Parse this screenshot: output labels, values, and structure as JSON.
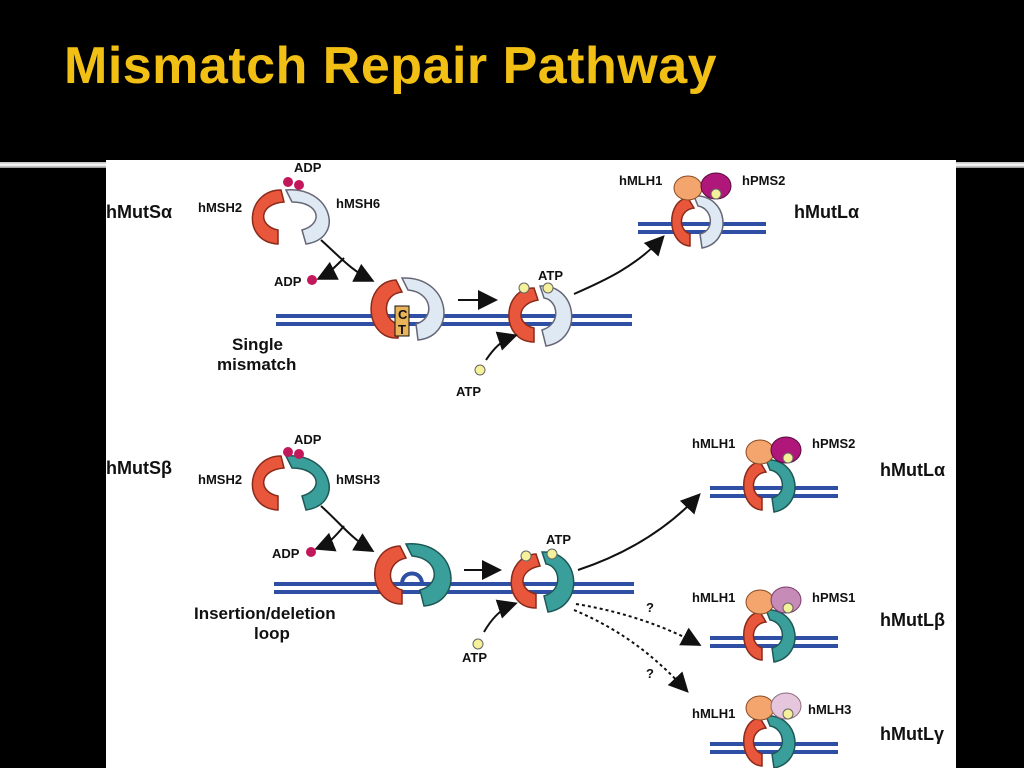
{
  "slide": {
    "title": "Mismatch Repair Pathway"
  },
  "diagram": {
    "top": {
      "complex": "hMutSα",
      "left_protein": "hMSH2",
      "right_protein": "hMSH6",
      "adp_label": "ADP",
      "adp_released": "ADP",
      "atp_bound": "ATP",
      "atp_input": "ATP",
      "lesion_label_line1": "Single",
      "lesion_label_line2": "mismatch",
      "base_c": "C",
      "base_t": "T",
      "product": {
        "left": "hMLH1",
        "right": "hPMS2",
        "complex": "hMutLα"
      }
    },
    "bottom": {
      "complex": "hMutSβ",
      "left_protein": "hMSH2",
      "right_protein": "hMSH3",
      "adp_label": "ADP",
      "adp_released": "ADP",
      "atp_bound": "ATP",
      "atp_input": "ATP",
      "lesion_label_line1": "Insertion/deletion",
      "lesion_label_line2": "loop",
      "uncertain_1": "?",
      "uncertain_2": "?",
      "products": [
        {
          "left": "hMLH1",
          "right": "hPMS2",
          "complex": "hMutLα"
        },
        {
          "left": "hMLH1",
          "right": "hPMS1",
          "complex": "hMutLβ"
        },
        {
          "left": "hMLH1",
          "right": "hMLH3",
          "complex": "hMutLγ"
        }
      ]
    }
  },
  "colors": {
    "title": "#f2c014",
    "msh2": "#e8573c",
    "msh6": "#dfe9f3",
    "msh3": "#3a9e9a",
    "mlh1": "#f4a56d",
    "pms2": "#b0177a",
    "pms1": "#c78bb8",
    "mlh3": "#e6c6dc",
    "adp": "#c2185b",
    "atp": "#f5f19a",
    "dna": "#2e4fa3"
  }
}
